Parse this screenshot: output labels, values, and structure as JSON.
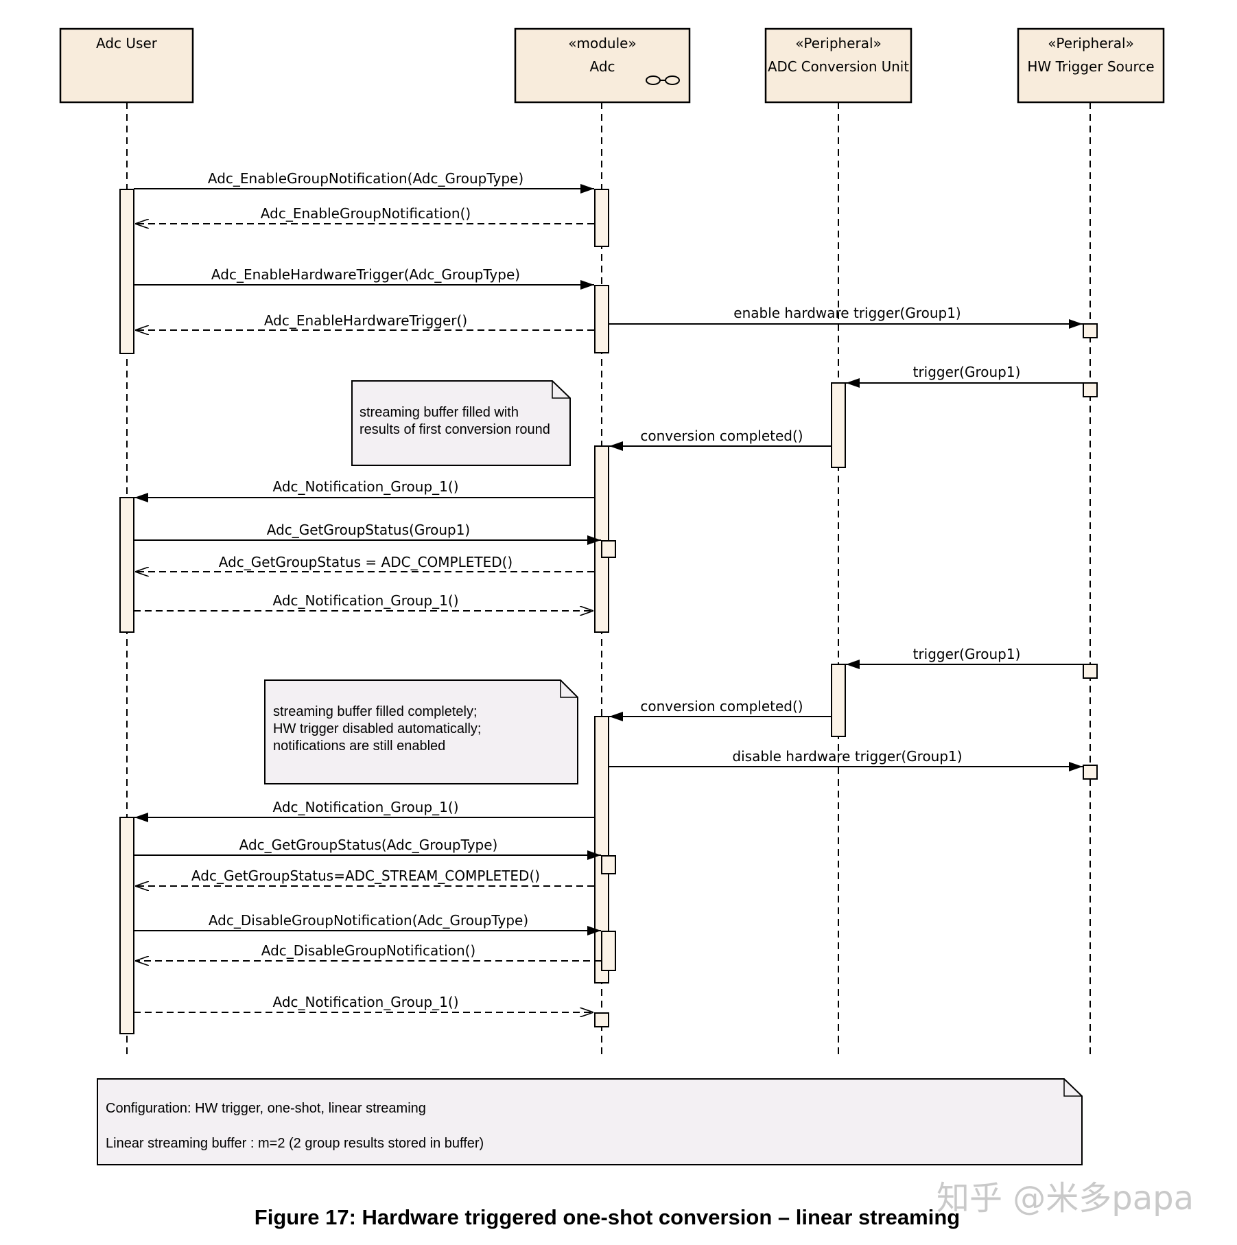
{
  "lifelines": [
    {
      "id": "user",
      "stereotype": "",
      "name": "Adc User"
    },
    {
      "id": "adc",
      "stereotype": "«module»",
      "name": "Adc"
    },
    {
      "id": "acu",
      "stereotype": "«Peripheral»",
      "name": "ADC Conversion Unit"
    },
    {
      "id": "hw",
      "stereotype": "«Peripheral»",
      "name": "HW Trigger Source"
    }
  ],
  "messages": [
    {
      "from": "user",
      "to": "adc",
      "kind": "sync",
      "label": "Adc_EnableGroupNotification(Adc_GroupType)"
    },
    {
      "from": "adc",
      "to": "user",
      "kind": "reply",
      "label": "Adc_EnableGroupNotification()"
    },
    {
      "from": "user",
      "to": "adc",
      "kind": "sync",
      "label": "Adc_EnableHardwareTrigger(Adc_GroupType)"
    },
    {
      "from": "adc",
      "to": "user",
      "kind": "reply",
      "label": "Adc_EnableHardwareTrigger()"
    },
    {
      "from": "adc",
      "to": "hw",
      "kind": "sync",
      "label": "enable hardware trigger(Group1)"
    },
    {
      "from": "hw",
      "to": "acu",
      "kind": "sync",
      "label": "trigger(Group1)"
    },
    {
      "from": "acu",
      "to": "adc",
      "kind": "sync",
      "label": "conversion completed()"
    },
    {
      "from": "adc",
      "to": "user",
      "kind": "sync",
      "label": "Adc_Notification_Group_1()"
    },
    {
      "from": "user",
      "to": "adc",
      "kind": "sync",
      "label": "Adc_GetGroupStatus(Group1)"
    },
    {
      "from": "adc",
      "to": "user",
      "kind": "reply",
      "label": "Adc_GetGroupStatus = ADC_COMPLETED()"
    },
    {
      "from": "user",
      "to": "adc",
      "kind": "reply",
      "label": "Adc_Notification_Group_1()"
    },
    {
      "from": "hw",
      "to": "acu",
      "kind": "sync",
      "label": "trigger(Group1)"
    },
    {
      "from": "acu",
      "to": "adc",
      "kind": "sync",
      "label": "conversion completed()"
    },
    {
      "from": "adc",
      "to": "hw",
      "kind": "sync",
      "label": "disable hardware trigger(Group1)"
    },
    {
      "from": "adc",
      "to": "user",
      "kind": "sync",
      "label": "Adc_Notification_Group_1()"
    },
    {
      "from": "user",
      "to": "adc",
      "kind": "sync",
      "label": "Adc_GetGroupStatus(Adc_GroupType)"
    },
    {
      "from": "adc",
      "to": "user",
      "kind": "reply",
      "label": "Adc_GetGroupStatus=ADC_STREAM_COMPLETED()"
    },
    {
      "from": "user",
      "to": "adc",
      "kind": "sync",
      "label": "Adc_DisableGroupNotification(Adc_GroupType)"
    },
    {
      "from": "adc",
      "to": "user",
      "kind": "reply",
      "label": "Adc_DisableGroupNotification()"
    },
    {
      "from": "user",
      "to": "adc",
      "kind": "reply",
      "label": "Adc_Notification_Group_1()"
    }
  ],
  "notes": [
    {
      "lines": [
        "streaming buffer filled with",
        "results of first conversion round"
      ]
    },
    {
      "lines": [
        "streaming buffer filled completely;",
        "HW trigger disabled automatically;",
        "notifications are still enabled"
      ]
    },
    {
      "lines": [
        "Configuration: HW trigger, one-shot, linear streaming",
        "Linear streaming buffer : m=2 (2 group results stored in buffer)"
      ]
    }
  ],
  "caption": "Figure 17: Hardware triggered one-shot conversion – linear streaming",
  "watermark": "知乎 @米多papa",
  "colors": {
    "header_fill": "#f8ecdc",
    "activation_fill": "#fbf3e8",
    "note_fill": "#f3f0f3",
    "line": "#000000",
    "watermark": "#c9c9c9"
  }
}
